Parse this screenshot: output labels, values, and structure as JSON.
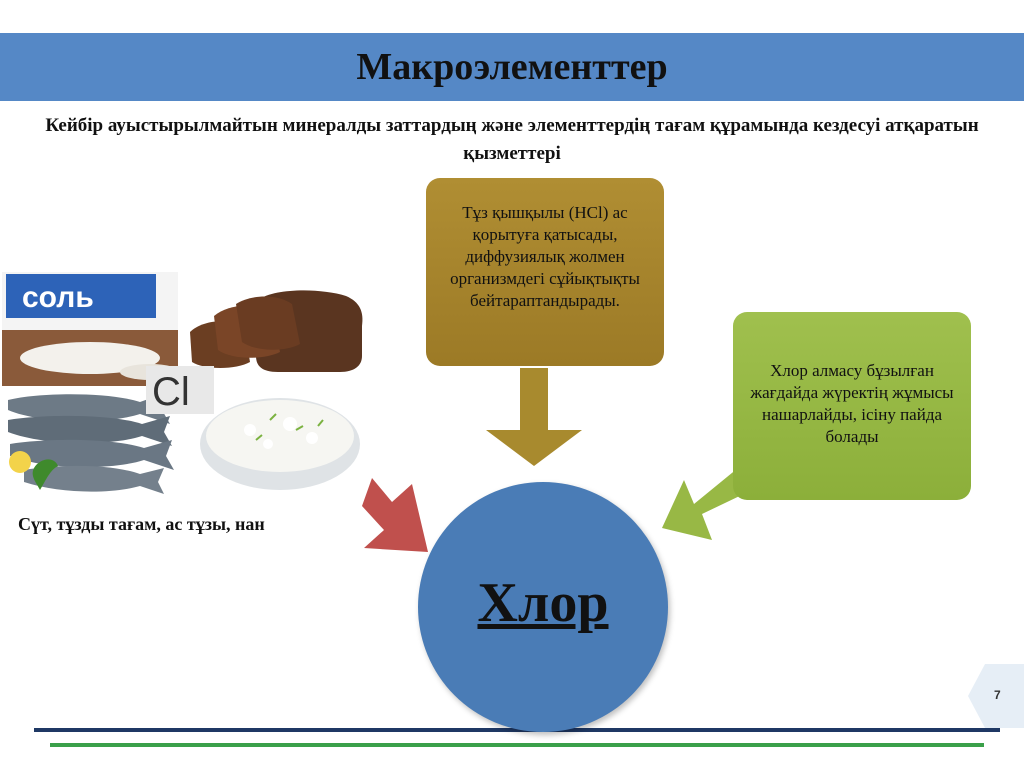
{
  "slide": {
    "title": "Макроэлементтер",
    "subtitle": "Кейбір ауыстырылмайтын минералды заттардың және элементтердің тағам құрамында кездесуі атқаратын қызметтері",
    "center_label": "Хлор",
    "box_salt_text": "Тұз қышқылы (HCl) ас қорытуға қатысады, диффузиялық жолмен организмдегі сұйықтықты бейтараптандырады.",
    "box_heart_text": "Хлор алмасу бұзылған жағдайда жүректің жұмысы нашарлайды, ісіну пайда болады",
    "foods_caption": "Сүт, тұзды тағам, ас тұзы, нан",
    "element_symbol": "Cl",
    "salt_pack_text": "соль",
    "page_number": "7"
  },
  "colors": {
    "title_bar": "#5588c6",
    "salt_box": "#a8862f",
    "heart_box": "#98b845",
    "circle": "#4a7cb6",
    "arrow_red": "#c0504d",
    "footer_navy": "#1f3864",
    "footer_green": "#3aa04a"
  },
  "icons": [
    "salt-image",
    "bread-image",
    "fish-image",
    "cottage-cheese-image",
    "chlorine-symbol-badge"
  ]
}
